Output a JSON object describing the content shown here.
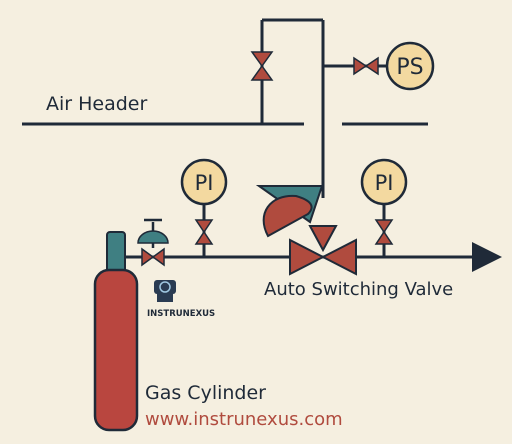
{
  "labels": {
    "air_header": "Air Header",
    "auto_switching_valve": "Auto Switching Valve",
    "gas_cylinder": "Gas Cylinder",
    "website": "www.instrunexus.com",
    "logo_text": "INSTRUNEXUS"
  },
  "instruments": {
    "pressure_switch": "PS",
    "pressure_indicator_left": "PI",
    "pressure_indicator_right": "PI"
  },
  "colors": {
    "background": "#f5efe0",
    "line": "#1f2a38",
    "valve_red": "#b04b3e",
    "teal": "#3f7f82",
    "instrument_fill": "#f3d9a0",
    "cylinder": "#b9463f",
    "cylinder_neck": "#3f7f82",
    "website_text": "#b04b3e"
  }
}
